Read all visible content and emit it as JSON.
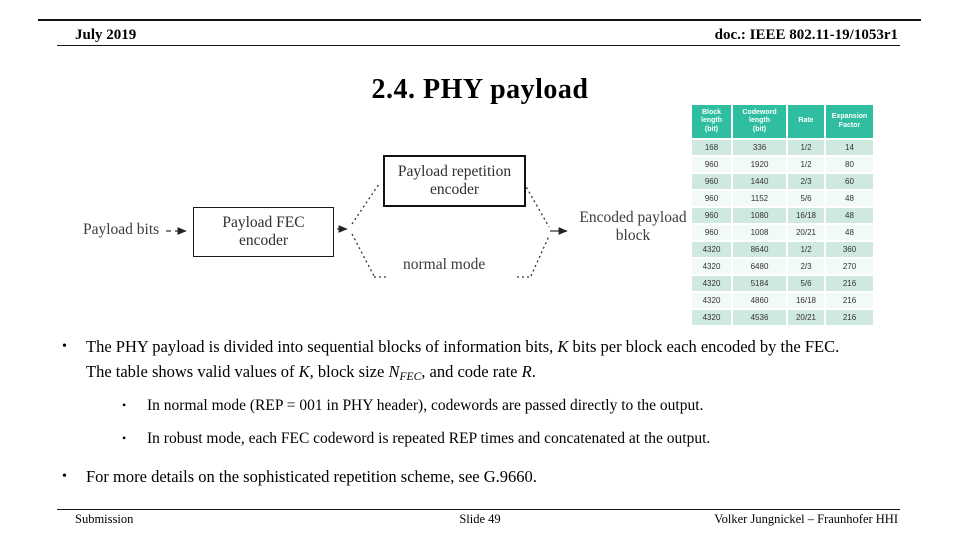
{
  "slide": {
    "header": {
      "date": "July 2019",
      "doc": "doc.: IEEE 802.11-19/1053r1"
    },
    "title": "2.4. PHY payload",
    "footer": {
      "left": "Submission",
      "center": "Slide 49",
      "right": "Volker Jungnickel – Fraunhofer HHI"
    }
  },
  "diagram": {
    "input_label": "Payload bits",
    "fec_encoder_box": "Payload FEC encoder",
    "repetition_encoder_box": "Payload repetition encoder",
    "normal_mode_label": "normal mode",
    "output_label": "Encoded payload block"
  },
  "table": {
    "headers": [
      "Block\nlength\n(bit)",
      "Codeword\nlength\n(bit)",
      "Rate",
      "Expansion Factor"
    ],
    "rows": [
      [
        "168",
        "336",
        "1/2",
        "14"
      ],
      [
        "960",
        "1920",
        "1/2",
        "80"
      ],
      [
        "960",
        "1440",
        "2/3",
        "60"
      ],
      [
        "960",
        "1152",
        "5/6",
        "48"
      ],
      [
        "960",
        "1080",
        "16/18",
        "48"
      ],
      [
        "960",
        "1008",
        "20/21",
        "48"
      ],
      [
        "4320",
        "8640",
        "1/2",
        "360"
      ],
      [
        "4320",
        "6480",
        "2/3",
        "270"
      ],
      [
        "4320",
        "5184",
        "5/6",
        "216"
      ],
      [
        "4320",
        "4860",
        "16/18",
        "216"
      ],
      [
        "4320",
        "4536",
        "20/21",
        "216"
      ]
    ],
    "colors": {
      "header_bg": "#2FBEA0",
      "header_text": "#FFFFFF",
      "row_band": "#CFE9DF",
      "row_light": "#F1FAF6",
      "cell_text": "#333333"
    }
  },
  "bullets": {
    "marker": "•",
    "b1": {
      "t1": "The PHY payload is divided into sequential blocks of information bits, ",
      "k1": "K",
      "t2": " bits per block each encoded by the FEC. The table shows valid values of ",
      "k2": "K",
      "t3": ", block size ",
      "n": "N",
      "nsub": "FEC",
      "t4": ", and code rate ",
      "r": "R",
      "t5": "."
    },
    "sub1": "In normal mode (REP = 001 in PHY header), codewords are passed directly to the output.",
    "sub2": "In robust mode, each FEC codeword is repeated REP times and concatenated at the output.",
    "b2": "For more details on the sophisticated repetition scheme, see G.9660."
  }
}
